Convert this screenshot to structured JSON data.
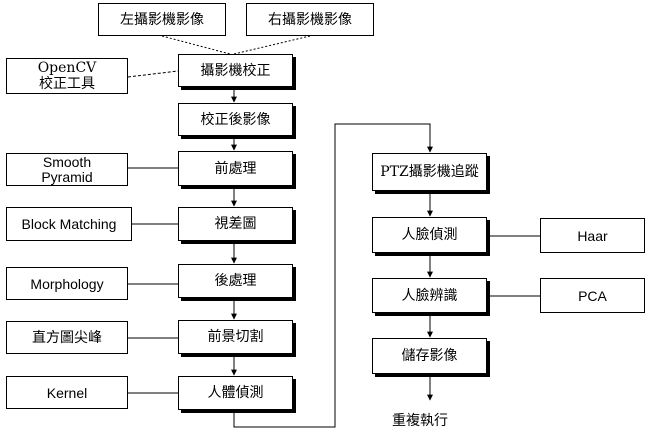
{
  "diagram": {
    "top_inputs": {
      "left_camera": "左攝影機影像",
      "right_camera": "右攝影機影像"
    },
    "calibration_tool": "OpenCV\n校正工具",
    "main_flow": {
      "calibration": "攝影機校正",
      "rectified_image": "校正後影像",
      "preprocess": "前處理",
      "disparity": "視差圖",
      "postprocess": "後處理",
      "foreground_cut": "前景切割",
      "human_detect": "人體偵測"
    },
    "methods": {
      "smooth_pyramid": "Smooth\nPyramid",
      "block_matching": "Block Matching",
      "morphology": "Morphology",
      "histogram_peak": "直方圖尖峰",
      "kernel": "Kernel"
    },
    "right_flow": {
      "ptz_tracking": "PTZ攝影機追蹤",
      "face_detect": "人臉偵測",
      "face_recognize": "人臉辨識",
      "store_image": "儲存影像",
      "repeat": "重複執行"
    },
    "right_methods": {
      "haar": "Haar",
      "pca": "PCA"
    },
    "line_color": "#000000"
  }
}
